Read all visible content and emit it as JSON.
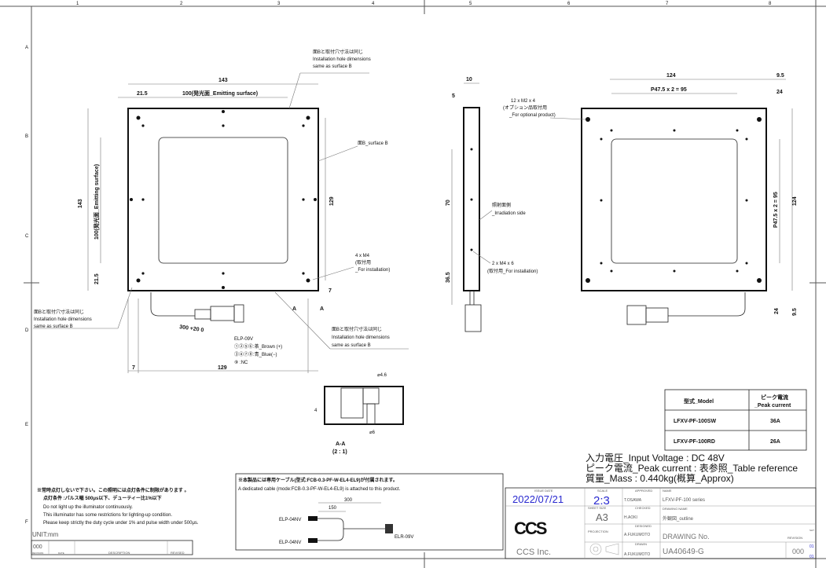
{
  "sheet": {
    "column_markers": [
      "1",
      "2",
      "3",
      "4",
      "5",
      "6",
      "7",
      "8"
    ],
    "row_markers": [
      "A",
      "B",
      "C",
      "D",
      "E",
      "F"
    ]
  },
  "front_view": {
    "dim_overall_width": "143",
    "dim_margin": "21.5",
    "dim_emitting": "100(発光面_Emitting surface)",
    "dim_overall_height": "143",
    "dim_emitting_vertical": "100(発光面_Emitting surface)",
    "dim_hole_pitch": "129",
    "dim_margin_bottom": "21.5",
    "dim_edge": "7",
    "dim_bottom_edge": "7",
    "dim_bottom_pitch": "129",
    "note_top": [
      "面Bと取付穴寸法は同じ",
      "Installation hole dimensions",
      "same as surface B"
    ],
    "note_left": [
      "面Bと取付穴寸法は同じ",
      "Installation hole dimensions",
      "same as surface B"
    ],
    "note_bottom": [
      "面Bと取付穴寸法は同じ",
      "Installation hole dimensions",
      "same as surface B"
    ],
    "surface_label": "面B_surface B",
    "holes_label": [
      "4 x M4",
      "(取付用",
      "_For installation)"
    ],
    "section_mark": "A",
    "cable_length": "300 +20 0",
    "connector": {
      "model": "ELP-09V",
      "pins": [
        "①②⑤⑥:茶_Brown (+)",
        "③④⑦⑧:青_Blue(−)",
        "⑨          :NC"
      ]
    }
  },
  "side_view": {
    "dim_thickness": "10",
    "dim_offset": "5",
    "dim_height": "70",
    "dim_bottom": "36.5",
    "irradiation_label": [
      "照射面側",
      "_Irradiation side"
    ],
    "holes_label": [
      "2 x M4 x 6",
      "(取付用_For installation)"
    ]
  },
  "rear_view": {
    "dim_width": "124",
    "dim_edge": "9.5",
    "dim_pitch_h": "P47.5 x 2 = 95",
    "dim_margin": "24",
    "dim_pitch_v": "P47.5 x 2 = 95",
    "dim_height": "124",
    "dim_margin_v": "24",
    "dim_edge_v": "9.5",
    "holes_label": [
      "12 x M2 x 4",
      "(オプション品取付用",
      "_For optional product)"
    ]
  },
  "section_view": {
    "title": "A-A",
    "scale": "(2 : 1)",
    "dia_top": "⌀4.6",
    "dia_bottom": "⌀6",
    "dim_depth": "4"
  },
  "spec_table": {
    "headers": [
      "型式_Model",
      "ピーク電流\n_Peak current"
    ],
    "header_line1": "ピーク電流",
    "header_line2": "_Peak current",
    "rows": [
      {
        "model": "LFXV-PF-100SW",
        "current": "36A"
      },
      {
        "model": "LFXV-PF-100RD",
        "current": "26A"
      }
    ]
  },
  "specs": [
    "入力電圧_Input Voltage : DC 48V",
    "ピーク電流_Peak current : 表参照_Table reference",
    "質量_Mass : 0.440kg(概算_Approx)"
  ],
  "warning_note": [
    "※常時点灯しないで下さい。この照明には点灯条件に制限があります 。",
    "点灯条件 :パルス幅 500μs以下、デューティー比1%以下",
    "Do not light up the illuminator continuously.",
    "This illuminator has some restrictions for lighting-up condition.",
    "Please keep strictly the duty cycle under 1% and pulse width under 500μs."
  ],
  "cable_note": {
    "line_jp": "※本製品には専用ケーブル(型式:FCB-0.3-PF-W-EL4-EL9)が付属されます。",
    "line_en": "A dedicated cable (mode:FCB-0.3-PF-W-EL4-EL9) is attached to this product.",
    "dim_total": "300",
    "dim_branch": "150",
    "connector_a": "ELP-04NV",
    "connector_b": "ELP-04NV",
    "connector_c": "ELR-09V"
  },
  "revision_block": {
    "unit": "UNIT:mm",
    "revision": "000",
    "labels": [
      "REVISION",
      "DATE",
      "DESCRIPTION",
      "REVISED"
    ]
  },
  "title_block": {
    "issue_date_label": "ISSUE DATE",
    "issue_date": "2022/07/21",
    "scale_label": "SCALE",
    "scale": "2:3",
    "sheet_size_label": "SHEET SIZE",
    "sheet_size": "A3",
    "projection_label": "PROJECTION",
    "approved_label": "APPROVED",
    "approved": "T.OSAWA",
    "checked_label": "CHECKED",
    "checked": "H.AOKI",
    "designed_label": "DESIGNED",
    "designed": "A.FUKUMOTO",
    "drawn_label": "DRAWN",
    "drawn": "A.FUKUMOTO",
    "name_label": "NAME",
    "name": "LFXV-PF-100 series",
    "drawing_name_label": "DRAWING NAME",
    "drawing_name": "外観図_outline",
    "drawing_no_label": "DRAWING No.",
    "drawing_no": "UA40649-G",
    "revision_label": "REVISION",
    "sheet_label": "SHT",
    "revision": "000",
    "sheet_num": "01",
    "sheet_total": "01",
    "company_logo": "CCS",
    "company": "CCS Inc."
  }
}
